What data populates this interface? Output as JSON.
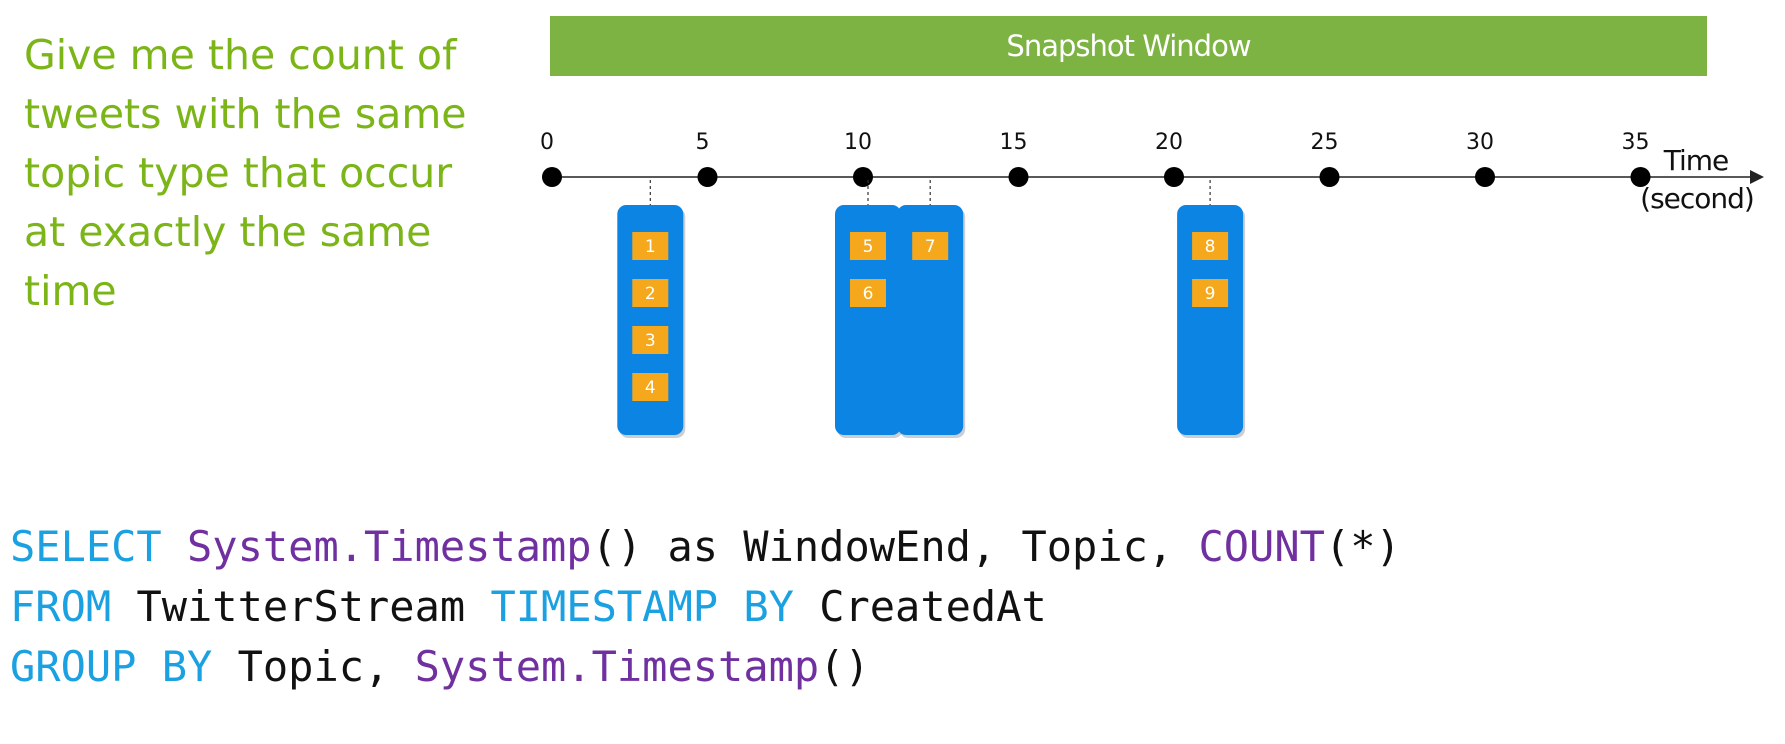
{
  "question_lines": [
    "Give me the count of",
    "tweets with the same",
    "topic type that occur",
    "at exactly the same",
    "time"
  ],
  "window_label": "Snapshot Window",
  "axis": {
    "label": "Time",
    "unit": "(second)",
    "ticks": [
      0,
      5,
      10,
      15,
      20,
      25,
      30,
      35
    ]
  },
  "snapshots": [
    {
      "time": 3,
      "events": [
        "1",
        "2",
        "3",
        "4"
      ]
    },
    {
      "time": 10,
      "events": [
        "5",
        "6"
      ]
    },
    {
      "time": 12,
      "events": [
        "7"
      ]
    },
    {
      "time": 21,
      "events": [
        "8",
        "9"
      ]
    }
  ],
  "query": {
    "line1": {
      "select": "SELECT",
      "fn1": "System.Timestamp",
      "rest1": "() as WindowEnd, Topic, ",
      "fn2": "COUNT",
      "rest2": "(*)"
    },
    "line2": {
      "from": "FROM",
      "src": " TwitterStream ",
      "kw1": "TIMESTAMP",
      "kw2": "BY",
      "rest": " CreatedAt"
    },
    "line3": {
      "kw1": "GROUP",
      "kw2": "BY",
      "rest1": " Topic, ",
      "fn": "System.Timestamp",
      "rest2": "()"
    }
  },
  "colors": {
    "question_text": "#7cb518",
    "banner": "#7cb342",
    "snapshot_box": "#0c84e4",
    "event_box": "#f5a81c",
    "keyword": "#1ba1e2",
    "function": "#7030a0"
  }
}
